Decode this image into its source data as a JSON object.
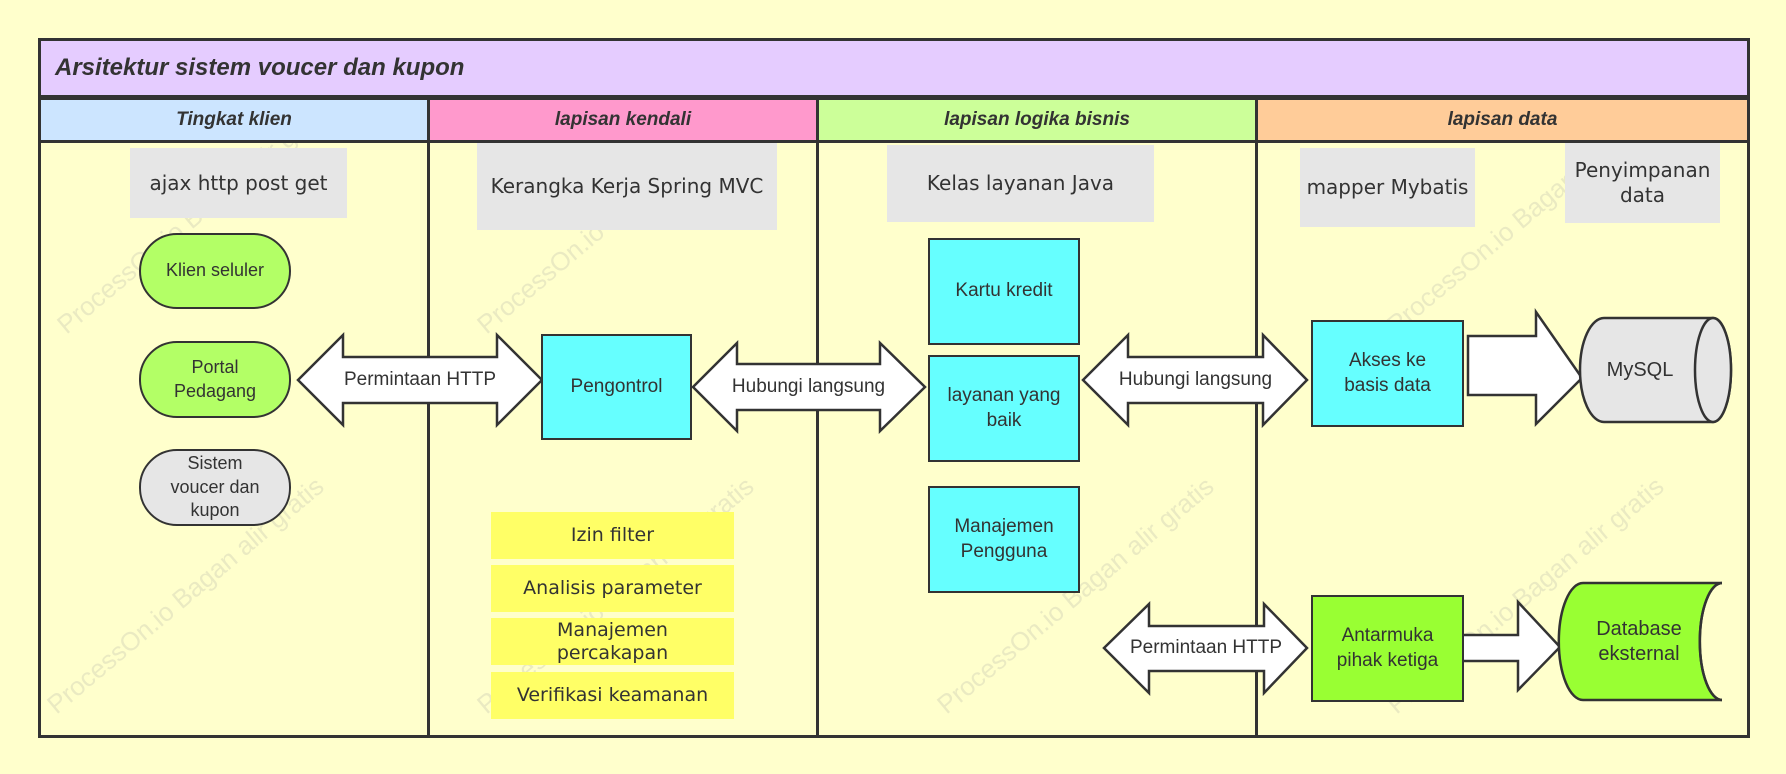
{
  "title": "Arsitektur sistem voucer dan kupon",
  "lanes": [
    {
      "label": "Tingkat klien",
      "color": "#cce5ff"
    },
    {
      "label": "lapisan kendali",
      "color": "#ff99cc"
    },
    {
      "label": "lapisan logika bisnis",
      "color": "#ccff99"
    },
    {
      "label": "lapisan data",
      "color": "#ffcc99"
    }
  ],
  "notes": {
    "client": "ajax http post get",
    "control": "Kerangka Kerja Spring MVC",
    "logic": "Kelas layanan Java",
    "mapper": "mapper Mybatis",
    "storage": "Penyimpanan data"
  },
  "client": {
    "mobile": "Klien seluler",
    "merchant": "Portal Pedagang",
    "system": "Sistem voucer dan kupon"
  },
  "control": {
    "controller": "Pengontrol",
    "filters": [
      "Izin filter",
      "Analisis parameter",
      "Manajemen percakapan",
      "Verifikasi keamanan"
    ]
  },
  "logic": {
    "credit": "Kartu kredit",
    "service": "layanan yang baik",
    "users": "Manajemen Pengguna"
  },
  "data": {
    "db_access": "Akses ke basis data",
    "mysql": "MySQL",
    "third_party": "Antarmuka pihak ketiga",
    "external_db": "Database eksternal"
  },
  "arrows": {
    "http_request_1": "Permintaan HTTP",
    "direct_call_1": "Hubungi langsung",
    "direct_call_2": "Hubungi langsung",
    "http_request_2": "Permintaan HTTP"
  },
  "watermark": "ProcessOn.io Bagan alir gratis",
  "colors": {
    "background": "#ffffcc",
    "title_bar": "#e5ccff",
    "cyan": "#66ffff",
    "green": "#99ff33",
    "light_green": "#b3ff66",
    "grey": "#e6e6e6",
    "yellow": "#ffff66"
  }
}
